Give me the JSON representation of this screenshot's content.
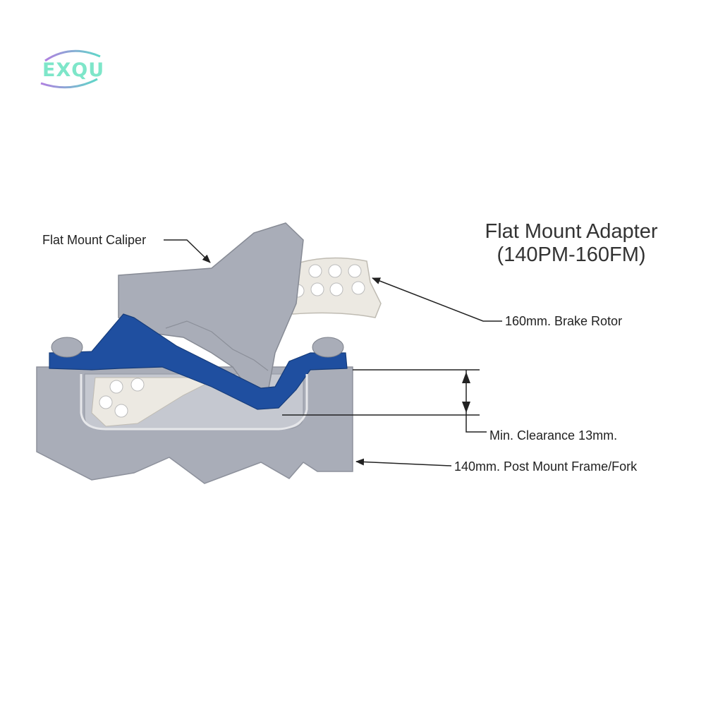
{
  "logo": {
    "text": "EXQU"
  },
  "title": {
    "line1": "Flat Mount Adapter",
    "line2": "(140PM-160FM)"
  },
  "callouts": {
    "caliper": "Flat Mount Caliper",
    "rotor": "160mm. Brake Rotor",
    "clearance": "Min. Clearance 13mm.",
    "frame": "140mm. Post Mount Frame/Fork"
  },
  "colors": {
    "adapter": "#1f4fa0",
    "caliper": "#a9adb8",
    "frame": "#a9adb8",
    "rotor": "#ece9e2",
    "background": "#ffffff"
  }
}
